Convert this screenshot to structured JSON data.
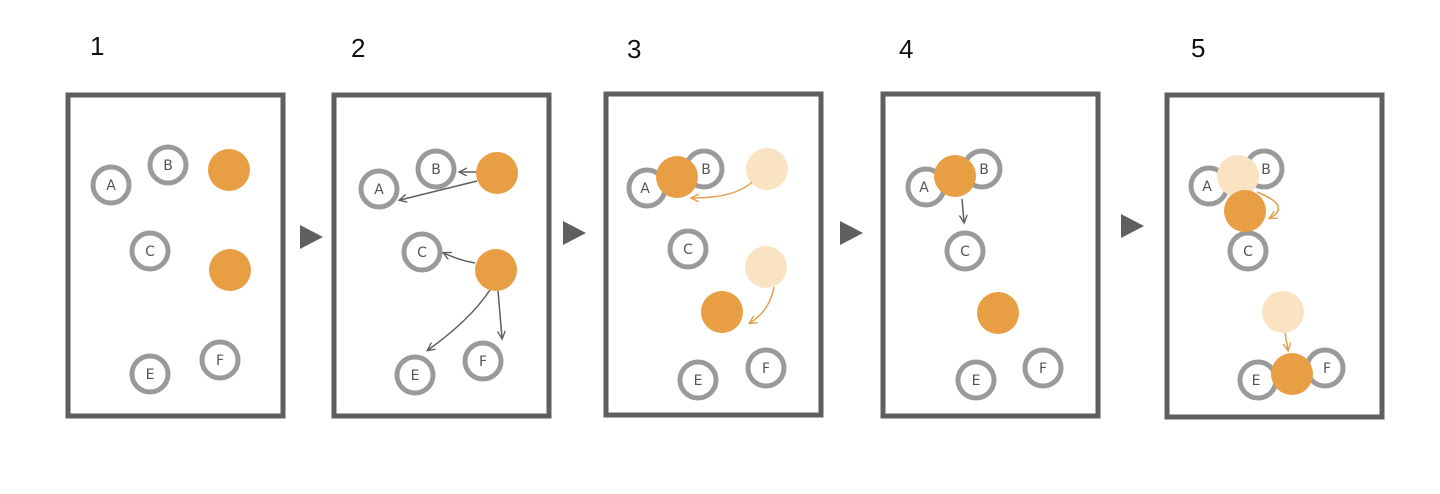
{
  "colors": {
    "frame": "#5f5f5f",
    "node_ring": "#9a9a9a",
    "node_fill": "#ffffff",
    "centroid": "#e89e42",
    "centroid_ghost": "#fae3c3",
    "arrow_assign": "#5f5f5f",
    "arrow_move": "#e0a04a",
    "step_arrow": "#5f5f5f"
  },
  "steps": [
    {
      "label": "1"
    },
    {
      "label": "2"
    },
    {
      "label": "3"
    },
    {
      "label": "4"
    },
    {
      "label": "5"
    }
  ],
  "nodes": [
    "A",
    "B",
    "C",
    "E",
    "F"
  ],
  "icons": {
    "step_arrow": "triangle-right-icon"
  }
}
